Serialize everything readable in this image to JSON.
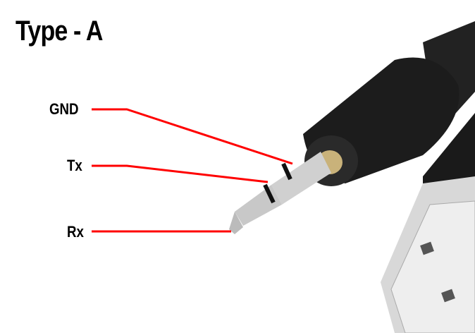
{
  "title": "Type - A",
  "labels": {
    "gnd": "GND",
    "tx": "Tx",
    "rx": "Rx"
  },
  "colors": {
    "leader_line": "#ff0000",
    "text": "#000000"
  }
}
